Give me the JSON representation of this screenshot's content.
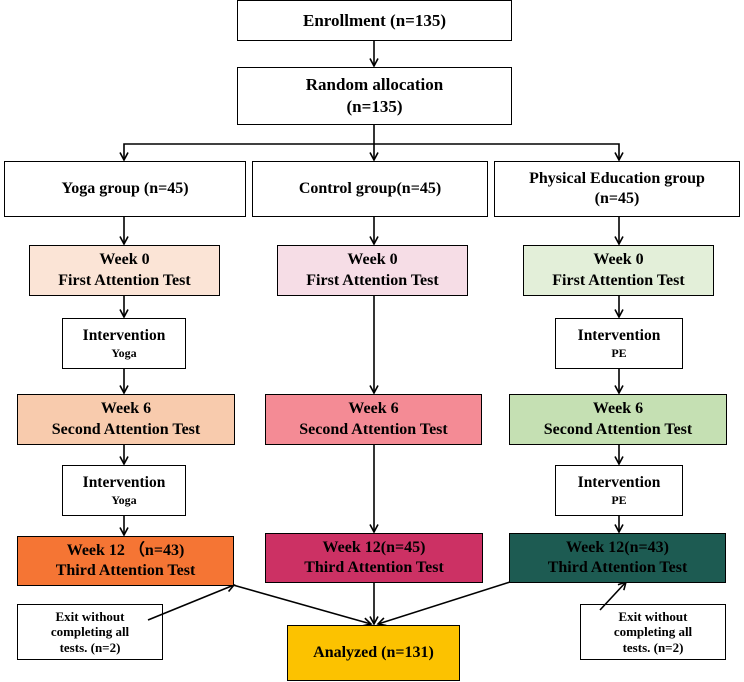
{
  "enrollment": {
    "label": "Enrollment (n=135)"
  },
  "allocation": {
    "line1": "Random allocation",
    "line2": "(n=135)"
  },
  "yoga": {
    "group": "Yoga group (n=45)",
    "week0": {
      "line1": "Week 0",
      "line2": "First Attention Test",
      "color": "#fbe4d6"
    },
    "intervention1": {
      "line1": "Intervention",
      "line2": "Yoga"
    },
    "week6": {
      "line1": "Week 6",
      "line2": "Second Attention Test",
      "color": "#f8cbad"
    },
    "intervention2": {
      "line1": "Intervention",
      "line2": "Yoga"
    },
    "week12": {
      "line1": "Week 12 （n=43)",
      "line2": "Third Attention Test",
      "color": "#f57534"
    },
    "exit": {
      "line1": "Exit without",
      "line2": "completing all",
      "line3": "tests. (n=2)"
    }
  },
  "control": {
    "group": "Control group(n=45)",
    "week0": {
      "line1": "Week 0",
      "line2": "First Attention Test",
      "color": "#f6dde6"
    },
    "week6": {
      "line1": "Week 6",
      "line2": "Second Attention Test",
      "color": "#f48b95"
    },
    "week12": {
      "line1": "Week 12(n=45)",
      "line2": "Third Attention Test",
      "color": "#cc3164"
    }
  },
  "pe": {
    "group_line1": "Physical Education group",
    "group_line2": "(n=45)",
    "week0": {
      "line1": "Week 0",
      "line2": "First Attention Test",
      "color": "#e3efd9"
    },
    "intervention1": {
      "line1": "Intervention",
      "line2": "PE"
    },
    "week6": {
      "line1": "Week 6",
      "line2": "Second Attention Test",
      "color": "#c5e0b3"
    },
    "intervention2": {
      "line1": "Intervention",
      "line2": "PE"
    },
    "week12": {
      "line1": "Week 12(n=43)",
      "line2": "Third Attention Test",
      "color": "#1d5b52"
    },
    "exit": {
      "line1": "Exit without",
      "line2": "completing all",
      "line3": "tests. (n=2)"
    }
  },
  "analyzed": {
    "label": "Analyzed (n=131)",
    "color": "#fcc200"
  }
}
